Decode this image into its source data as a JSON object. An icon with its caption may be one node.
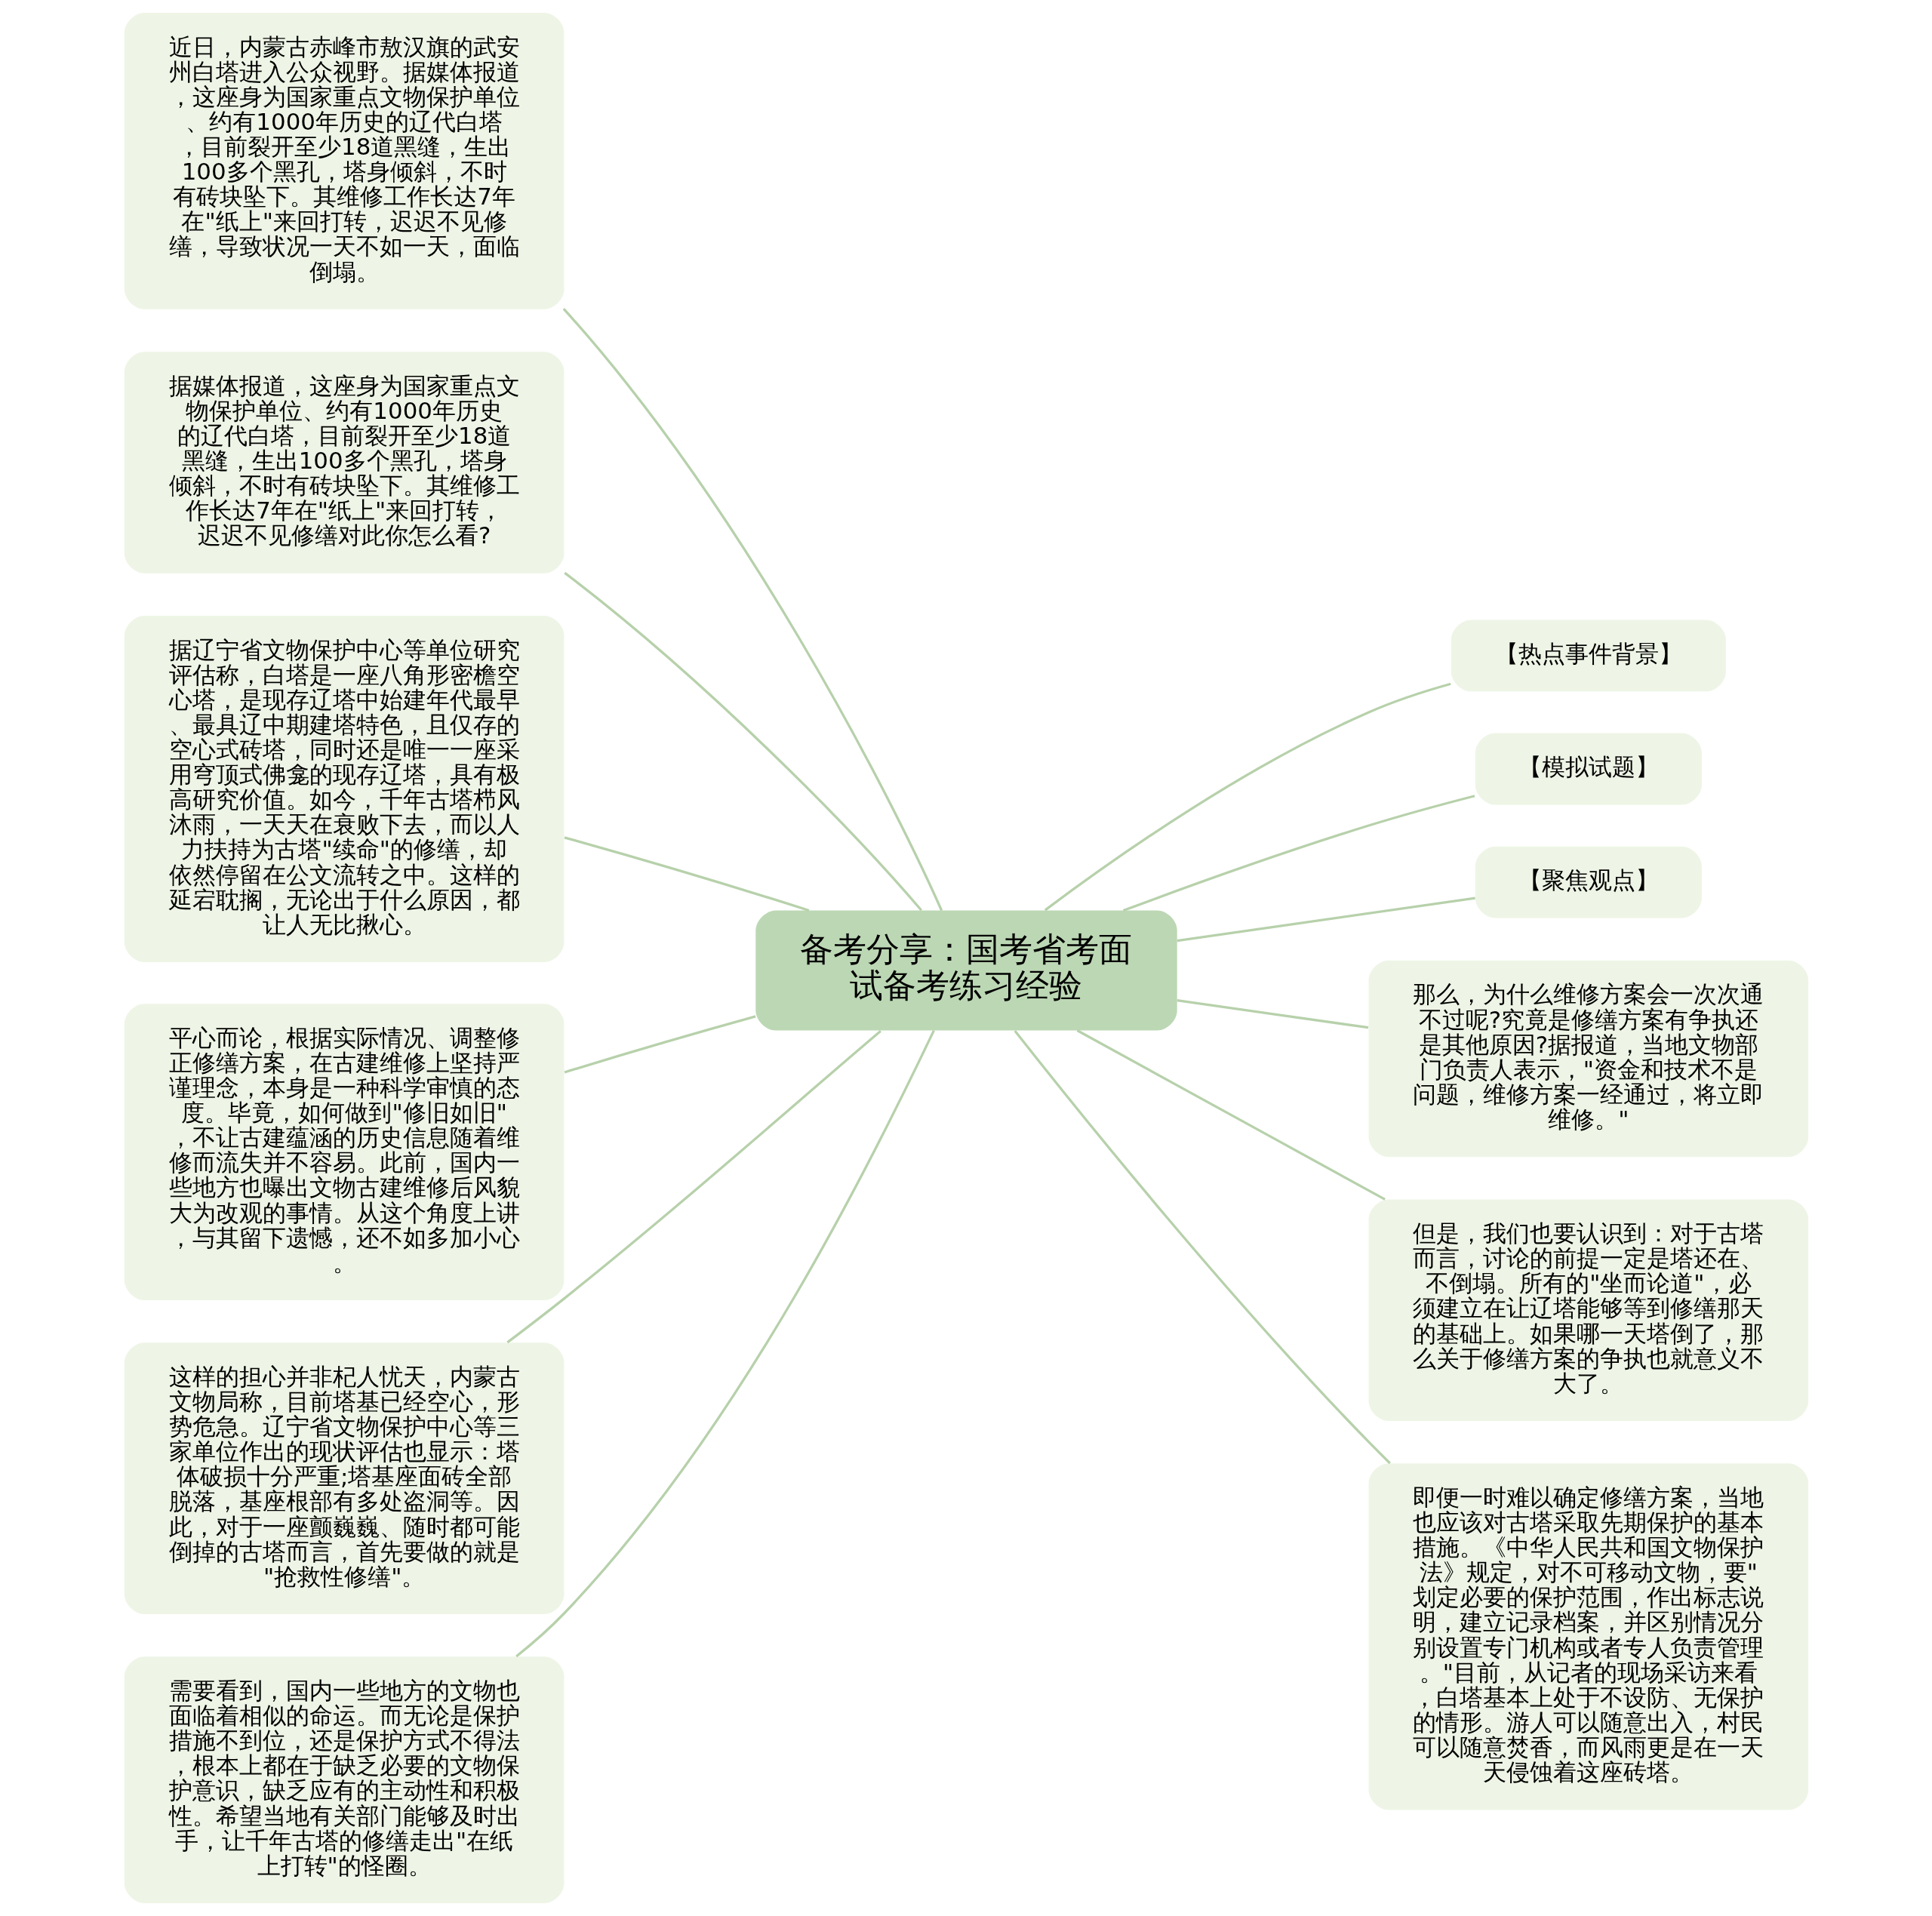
{
  "diagram": {
    "nodes": [
      {
        "text": [
          "备考分享：国考省考面试备考练习经验"
        ]
      },
      {
        "text": [
          "近日，内蒙古赤峰市敖汉旗的武安州白塔进入公众视野。据媒体报道，这座身为国家重点文物保护单位、约有1000年历史的辽代白塔，目前裂开至少18道黑缝，生出100多个黑孔，塔身倾斜，不时有砖块坠下。其维修工作长达7年在\"纸上\"来回打转，迟迟不见修缮，导致状况一天不如一天，面临倒塌。"
        ]
      },
      {
        "text": [
          "据媒体报道，这座身为国家重点文物保护单位、约有1000年历史的辽代白塔，目前裂开至少18道黑缝，生出100多个黑孔，塔身倾斜，不时有砖块坠下。其维修工作长达7年在\"纸上\"来回打转，迟迟不见修缮对此你怎么看?"
        ]
      },
      {
        "text": [
          "据辽宁省文物保护中心等单位研究评估称，白塔是一座八角形密檐空心塔，是现存辽塔中始建年代最早、最具辽中期建塔特色，且仅存的空心式砖塔，同时还是唯一一座采用穹顶式佛龛的现存辽塔，具有极高研究价值。如今，千年古塔栉风沐雨，一天天在衰败下去，而以人力扶持为古塔\"续命\"的修缮，却依然停留在公文流转之中。这样的延宕耽搁，无论出于什么原因，都让人无比揪心。"
        ]
      },
      {
        "text": [
          "平心而论，根据实际情况、调整修正修缮方案，在古建维修上坚持严谨理念，本身是一种科学审慎的态度。毕竟，如何做到\"修旧如旧\"，不让古建蕴涵的历史信息随着维修而流失并不容易。此前，国内一些地方也曝出文物古建维修后风貌大为改观的事情。从这个角度上讲，与其留下遗憾，还不如多加小心。"
        ]
      },
      {
        "text": [
          "这样的担心并非杞人忧天，内蒙古文物局称，目前塔基已经空心，形势危急。辽宁省文物保护中心等三家单位作出的现状评估也显示：塔体破损十分严重;塔基座面砖全部脱落，基座根部有多处盗洞等。因此，对于一座颤巍巍、随时都可能倒掉的古塔而言，首先要做的就是\"抢救性修缮\"。"
        ]
      },
      {
        "text": [
          "需要看到，国内一些地方的文物也面临着相似的命运。而无论是保护措施不到位，还是保护方式不得法，根本上都在于缺乏必要的文物保护意识，缺乏应有的主动性和积极性。希望当地有关部门能够及时出手，让千年古塔的修缮走出\"在纸上打转\"的怪圈。"
        ]
      },
      {
        "text": [
          "【热点事件背景】"
        ]
      },
      {
        "text": [
          "【模拟试题】"
        ]
      },
      {
        "text": [
          "【聚焦观点】"
        ]
      },
      {
        "text": [
          "那么，为什么维修方案会一次次通不过呢?究竟是修缮方案有争执还是其他原因?据报道，当地文物部门负责人表示，\"资金和技术不是问题，维修方案一经通过，将立即维修。\""
        ]
      },
      {
        "text": [
          "但是，我们也要认识到：对于古塔而言，讨论的前提一定是塔还在、不倒塌。所有的\"坐而论道\"，必须建立在让辽塔能够等到修缮那天的基础上。如果哪一天塔倒了，那么关于修缮方案的争执也就意义不大了。"
        ]
      },
      {
        "text": [
          "即便一时难以确定修缮方案，当地也应该对古塔采取先期保护的基本措施。《中华人民共和国文物保护法》规定，对不可移动文物，要\"划定必要的保护范围，作出标志说明，建立记录档案，并区别情况分别设置专门机构或者专人负责管理。\"目前，从记者的现场采访来看，白塔基本上处于不设防、无保护的情形。游人可以随意出入，村民可以随意焚香，而风雨更是在一天天侵蚀着这座砖塔。"
        ]
      }
    ],
    "edges": [
      {
        "from": 0,
        "to": 1,
        "arrow": "none"
      },
      {
        "from": 0,
        "to": 2,
        "arrow": "none"
      },
      {
        "from": 0,
        "to": 3,
        "arrow": "none"
      },
      {
        "from": 0,
        "to": 4,
        "arrow": "none"
      },
      {
        "from": 0,
        "to": 5,
        "arrow": "none"
      },
      {
        "from": 0,
        "to": 6,
        "arrow": "none"
      },
      {
        "from": 0,
        "to": 7,
        "arrow": "none"
      },
      {
        "from": 0,
        "to": 8,
        "arrow": "none"
      },
      {
        "from": 0,
        "to": 9,
        "arrow": "none"
      },
      {
        "from": 0,
        "to": 10,
        "arrow": "none"
      },
      {
        "from": 0,
        "to": 11,
        "arrow": "none"
      },
      {
        "from": 0,
        "to": 12,
        "arrow": "none"
      }
    ]
  }
}
